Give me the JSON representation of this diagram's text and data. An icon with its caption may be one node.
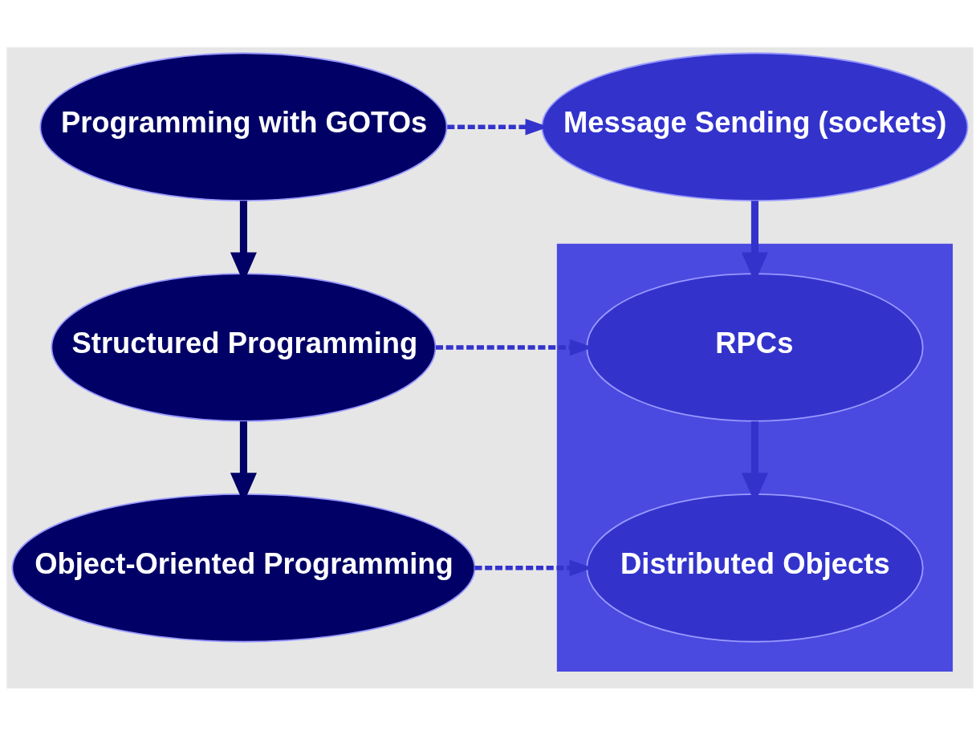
{
  "diagram": {
    "nodes": [
      {
        "text": [
          "Programming with GOTOs"
        ]
      },
      {
        "text": [
          "Message Sending (sockets)"
        ]
      },
      {
        "text": [],
        "shape": "box"
      },
      {
        "text": [
          "Structured Programming"
        ]
      },
      {
        "text": [
          "RPCs"
        ],
        "in": 2
      },
      {
        "text": [
          "Object-Oriented Programming"
        ]
      },
      {
        "text": [
          "Distributed Objects"
        ],
        "in": 2
      }
    ],
    "edges": [
      {
        "from": 0,
        "to": 1,
        "arrow": "to",
        "style": "dashed"
      },
      {
        "from": 0,
        "to": 3,
        "arrow": "to",
        "color": "#000066"
      },
      {
        "from": 1,
        "to": 4,
        "arrow": "to"
      },
      {
        "from": 3,
        "to": 4,
        "arrow": "to",
        "style": "dashed"
      },
      {
        "from": 3,
        "to": 5,
        "arrow": "to",
        "color": "#000066"
      },
      {
        "from": 4,
        "to": 6,
        "arrow": "to"
      },
      {
        "from": 5,
        "to": 6,
        "arrow": "to",
        "style": "dashed"
      }
    ]
  }
}
